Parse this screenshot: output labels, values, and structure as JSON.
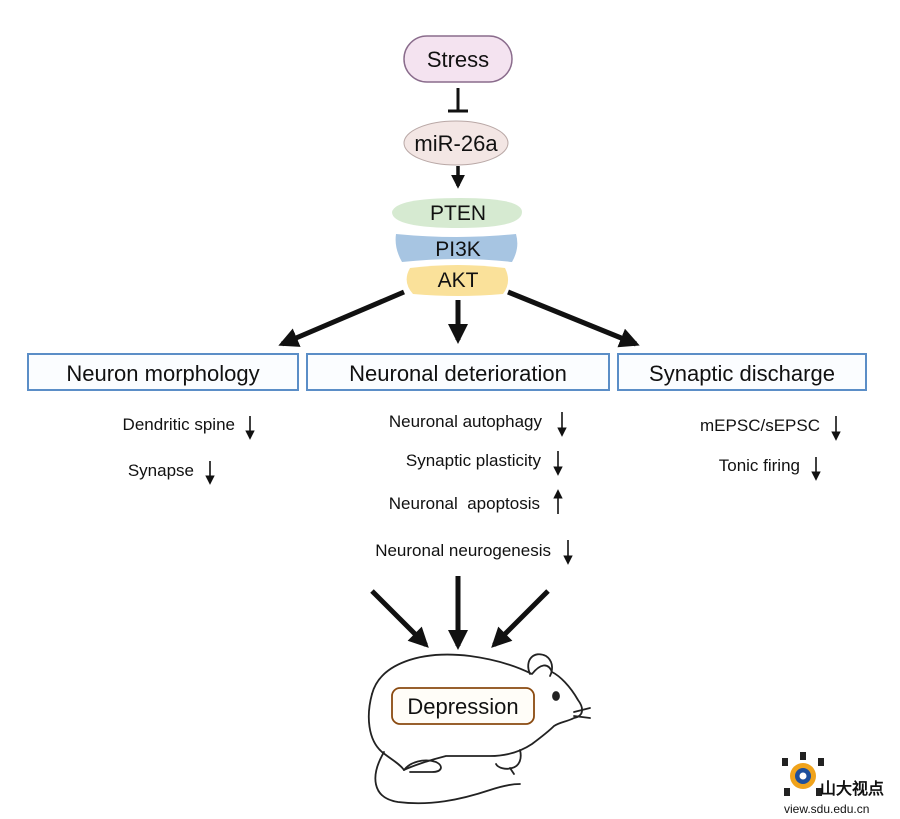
{
  "nodes": {
    "stress": "Stress",
    "mir": "miR-26a",
    "pten": "PTEN",
    "pi3k": "PI3K",
    "akt": "AKT",
    "depression": "Depression"
  },
  "categories": {
    "morphology": {
      "title": "Neuron morphology",
      "items": [
        {
          "label": "Dendritic spine",
          "arrow": "down"
        },
        {
          "label": "Synapse",
          "arrow": "down"
        }
      ]
    },
    "deterioration": {
      "title": "Neuronal deterioration",
      "items": [
        {
          "label": "Neuronal autophagy",
          "arrow": "down"
        },
        {
          "label": "Synaptic plasticity",
          "arrow": "down"
        },
        {
          "label": "Neuronal  apoptosis",
          "arrow": "up"
        },
        {
          "label": "Neuronal neurogenesis",
          "arrow": "down"
        }
      ]
    },
    "discharge": {
      "title": "Synaptic discharge",
      "items": [
        {
          "label": "mEPSC/sEPSC",
          "arrow": "down"
        },
        {
          "label": "Tonic firing",
          "arrow": "down"
        }
      ]
    }
  },
  "watermark": {
    "text": "山大视点",
    "url": "view.sdu.edu.cn"
  },
  "colors": {
    "stress_fill": "#f4e3f0",
    "stress_stroke": "#8a6c8c",
    "mir_fill": "#f3e6e4",
    "mir_text": "#d11a1a",
    "pten_fill": "#d6ead1",
    "pi3k_fill": "#a7c5e2",
    "akt_fill": "#fae19a",
    "box_stroke": "#5b8ec7",
    "box_fill": "#fbfdff",
    "depression_text": "#cc1111",
    "depression_stroke": "#8a4a10"
  }
}
